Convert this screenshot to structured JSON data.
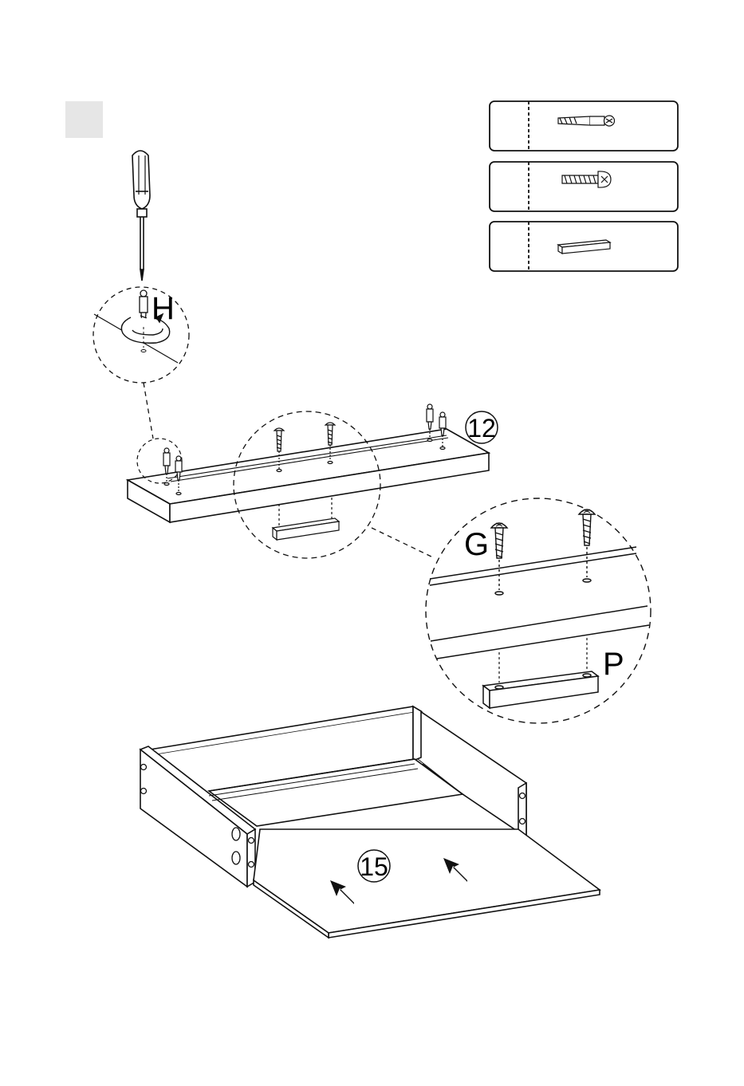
{
  "step_number": "",
  "labels": {
    "cam_bolt": "H",
    "screw": "G",
    "dowel_block": "P",
    "shelf_panel": "12",
    "bottom_panel": "15"
  },
  "parts_legend": [
    {
      "name": "cam-bolt",
      "quantity": ""
    },
    {
      "name": "screw",
      "quantity": ""
    },
    {
      "name": "wood-block",
      "quantity": ""
    }
  ],
  "colors": {
    "line": "#111111",
    "step_box": "#e6e6e6",
    "background": "#ffffff"
  }
}
